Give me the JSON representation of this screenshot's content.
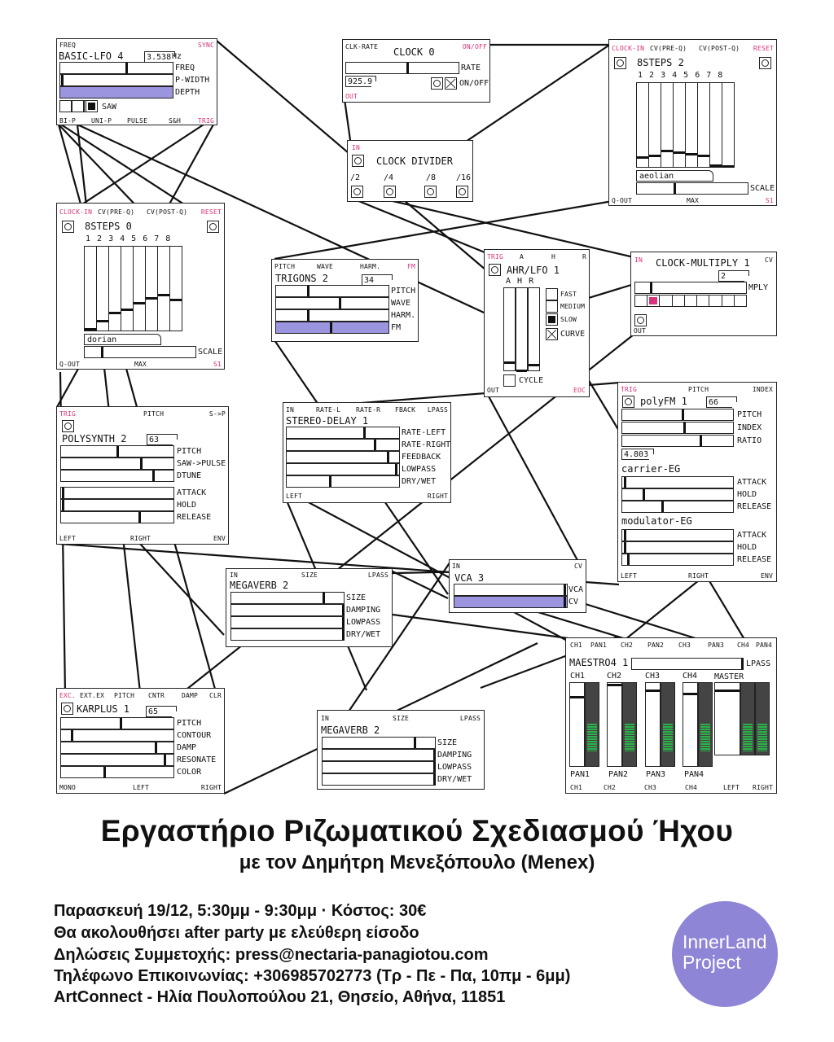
{
  "lfo": {
    "top_left": "FREQ",
    "top_right": "SYNC",
    "name": "BASIC-LFO 4",
    "hz": "Hz",
    "freq_value": "3.538",
    "labels": [
      "FREQ",
      "P-WIDTH",
      "DEPTH"
    ],
    "saw": "SAW",
    "outlets": [
      "BI-P",
      "UNI-P",
      "PULSE",
      "S&H",
      "TRIG"
    ]
  },
  "clock0": {
    "top_left": "CLK-RATE",
    "top_right": "ON/OFF",
    "name": "CLOCK 0",
    "rate_label": "RATE",
    "rate_value": "925.9",
    "onoff": "ON/OFF",
    "out": "OUT"
  },
  "steps2": {
    "inlets": [
      "CLOCK-IN",
      "CV(PRE-Q)",
      "CV(POST-Q)",
      "RESET"
    ],
    "name": "8STEPS 2",
    "nums": "1 2 3 4 5 6 7 8",
    "scale_value": "aeolian",
    "scale_label": "SCALE",
    "outlets": [
      "Q-OUT",
      "MAX",
      "S1"
    ]
  },
  "divider": {
    "in": "IN",
    "name": "CLOCK DIVIDER",
    "outs": [
      "/2",
      "/4",
      "/8",
      "/16"
    ]
  },
  "steps0": {
    "inlets": [
      "CLOCK-IN",
      "CV(PRE-Q)",
      "CV(POST-Q)",
      "RESET"
    ],
    "name": "8STEPS 0",
    "nums": "1 2 3 4 5 6 7 8",
    "scale_value": "dorian",
    "scale_label": "SCALE",
    "outlets": [
      "Q-OUT",
      "MAX",
      "S1"
    ]
  },
  "trigons": {
    "inlets": [
      "PITCH",
      "WAVE",
      "HARM.",
      "FM"
    ],
    "name": "TRIGONS 2",
    "value": "34",
    "labels": [
      "PITCH",
      "WAVE",
      "HARM.",
      "FM"
    ]
  },
  "ahr": {
    "inlets": [
      "TRIG",
      "A",
      "H",
      "R"
    ],
    "name": "AHR/LFO 1",
    "cols": "A H R",
    "fast": "FAST",
    "medium": "MEDIUM",
    "slow": "SLOW",
    "curve": "CURVE",
    "cycle": "CYCLE",
    "out": "OUT",
    "eoc": "EOC"
  },
  "cmult": {
    "in": "IN",
    "cv": "CV",
    "name": "CLOCK-MULTIPLY 1",
    "value": "2",
    "mply": "MPLY",
    "out": "OUT"
  },
  "polysynth": {
    "inlets": [
      "TRIG",
      "PITCH",
      "S->P"
    ],
    "name": "POLYSYNTH 2",
    "value": "63",
    "labels": [
      "PITCH",
      "SAW->PULSE",
      "DTUNE",
      "ATTACK",
      "HOLD",
      "RELEASE"
    ],
    "outlets": [
      "LEFT",
      "RIGHT",
      "ENV"
    ]
  },
  "delay": {
    "inlets": [
      "IN",
      "RATE-L",
      "RATE-R",
      "FBACK",
      "LPASS"
    ],
    "name": "STEREO-DELAY 1",
    "labels": [
      "RATE-LEFT",
      "RATE-RIGHT",
      "FEEDBACK",
      "LOWPASS",
      "DRY/WET"
    ],
    "outlets": [
      "LEFT",
      "RIGHT"
    ]
  },
  "polyfm": {
    "inlets": [
      "TRIG",
      "PITCH",
      "INDEX"
    ],
    "name": "polyFM 1",
    "value": "66",
    "ratio_value": "4.803",
    "labels": [
      "PITCH",
      "INDEX",
      "RATIO"
    ],
    "carrier": "carrier-EG",
    "modulator": "modulator-EG",
    "eg_labels": [
      "ATTACK",
      "HOLD",
      "RELEASE"
    ],
    "outlets": [
      "LEFT",
      "RIGHT",
      "ENV"
    ]
  },
  "verb1": {
    "inlets": [
      "IN",
      "SIZE",
      "LPASS"
    ],
    "name": "MEGAVERB 2",
    "labels": [
      "SIZE",
      "DAMPING",
      "LOWPASS",
      "DRY/WET"
    ]
  },
  "vca": {
    "in": "IN",
    "cv": "CV",
    "name": "VCA 3",
    "labels": [
      "VCA",
      "CV"
    ]
  },
  "maestro": {
    "inlets": [
      "CH1",
      "PAN1",
      "CH2",
      "PAN2",
      "CH3",
      "PAN3",
      "CH4",
      "PAN4"
    ],
    "name": "MAESTRO4 1",
    "lpass": "LPASS",
    "chans": [
      "CH1",
      "CH2",
      "CH3",
      "CH4",
      "MASTER"
    ],
    "pans": [
      "PAN1",
      "PAN2",
      "PAN3",
      "PAN4"
    ],
    "outlets": [
      "CH1",
      "CH2",
      "CH3",
      "CH4",
      "LEFT",
      "RIGHT"
    ]
  },
  "karplus": {
    "inlets": [
      "EXC.",
      "EXT.EX",
      "PITCH",
      "CNTR",
      "DAMP",
      "CLR"
    ],
    "name": "KARPLUS 1",
    "value": "65",
    "labels": [
      "PITCH",
      "CONTOUR",
      "DAMP",
      "RESONATE",
      "COLOR"
    ],
    "outlets": [
      "MONO",
      "LEFT",
      "RIGHT"
    ]
  },
  "verb2": {
    "inlets": [
      "IN",
      "SIZE",
      "LPASS"
    ],
    "name": "MEGAVERB 2",
    "labels": [
      "SIZE",
      "DAMPING",
      "LOWPASS",
      "DRY/WET"
    ]
  },
  "event": {
    "title": "Εργαστήριο Ριζωματικού Σχεδιασμού Ήχου",
    "subtitle": "με τον Δημήτρη Μενεξόπουλο (Menex)",
    "lines": [
      "Παρασκευή 19/12, 5:30μμ - 9:30μμ · Κόστος: 30€",
      "Θα ακολουθήσει after party με ελεύθερη είσοδο",
      "Δηλώσεις Συμμετοχής: press@nectaria-panagiotou.com",
      "Τηλέφωνο Επικοινωνίας: +306985702773 (Τρ - Πε - Πα, 10πμ - 6μμ)",
      "ArtConnect - Ηλία Πουλοπούλου 21, Θησείο, Αθήνα, 11851"
    ],
    "logo_line1": "InnerLand",
    "logo_line2": "Project"
  },
  "colors": {
    "accent_pink": "#d6337a",
    "slider_fill": "#9b95e0",
    "logo": "#8e85d6",
    "meter_green": "#2bb34a"
  }
}
